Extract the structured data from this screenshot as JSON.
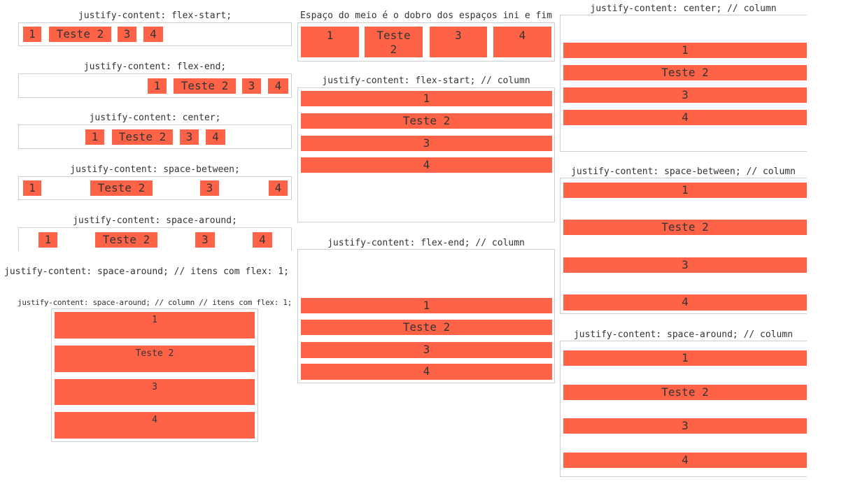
{
  "items": {
    "one": "1",
    "two": "Teste 2",
    "three": "3",
    "four": "4"
  },
  "captions": {
    "row_flex_start": "justify-content: flex-start;",
    "row_flex_end": "justify-content: flex-end;",
    "row_center": "justify-content: center;",
    "row_space_between": "justify-content: space-between;",
    "row_space_around": "justify-content: space-around;",
    "row_space_around_flex": "justify-content: space-around; // itens com flex: 1;",
    "col_space_around_flex": "justify-content: space-around; // column // itens com flex: 1;",
    "row_space_evenly_note": "Espaço do meio é o dobro dos espaços ini e fim",
    "col_flex_start": "justify-content: flex-start; // column",
    "col_flex_end": "justify-content: flex-end; // column",
    "col_center": "justify-content: center; // column",
    "col_space_between": "justify-content: space-between; // column",
    "col_space_around": "justify-content: space-around; // column"
  },
  "colors": {
    "item_bg": "#ff6347",
    "border": "#cfcfcf"
  }
}
